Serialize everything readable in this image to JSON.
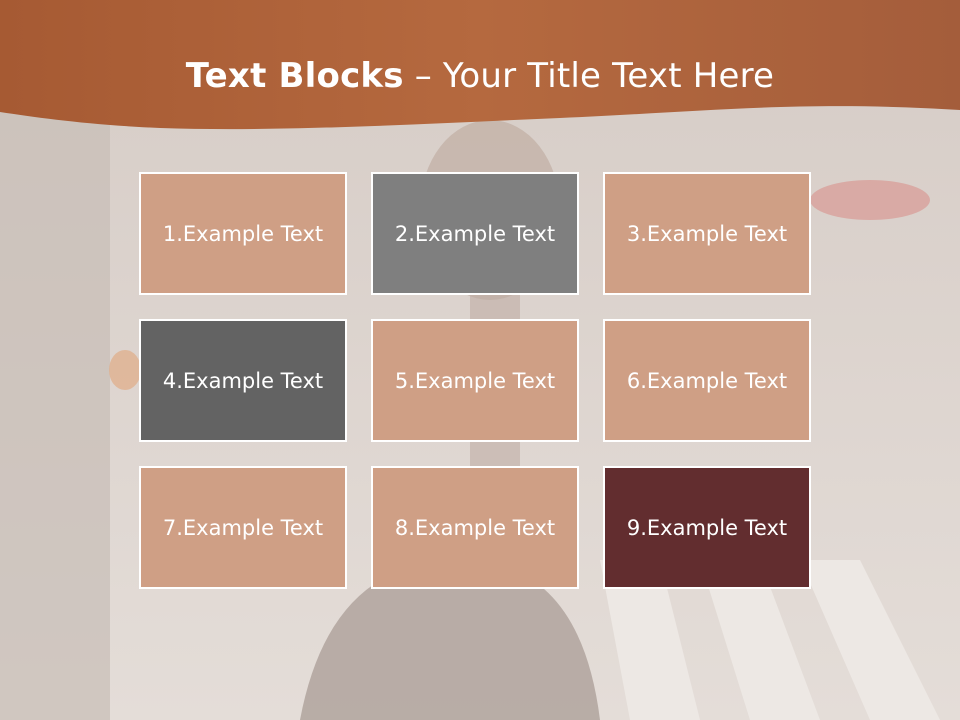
{
  "title": {
    "bold": "Text Blocks",
    "dash": " – ",
    "rest": "Your Title Text Here"
  },
  "colors": {
    "header": "#b0643a",
    "tan": "#cf9f85",
    "gray": "#7f7f7f",
    "dark_gray": "#636363",
    "maroon": "#622d2f"
  },
  "blocks": [
    {
      "label": "1.Example Text",
      "color": "#cf9f85"
    },
    {
      "label": "2.Example Text",
      "color": "#7f7f7f"
    },
    {
      "label": "3.Example Text",
      "color": "#cf9f85"
    },
    {
      "label": "4.Example Text",
      "color": "#636363"
    },
    {
      "label": "5.Example Text",
      "color": "#cf9f85"
    },
    {
      "label": "6.Example Text",
      "color": "#cf9f85"
    },
    {
      "label": "7.Example Text",
      "color": "#cf9f85"
    },
    {
      "label": "8.Example Text",
      "color": "#cf9f85"
    },
    {
      "label": "9.Example Text",
      "color": "#622d2f"
    }
  ]
}
